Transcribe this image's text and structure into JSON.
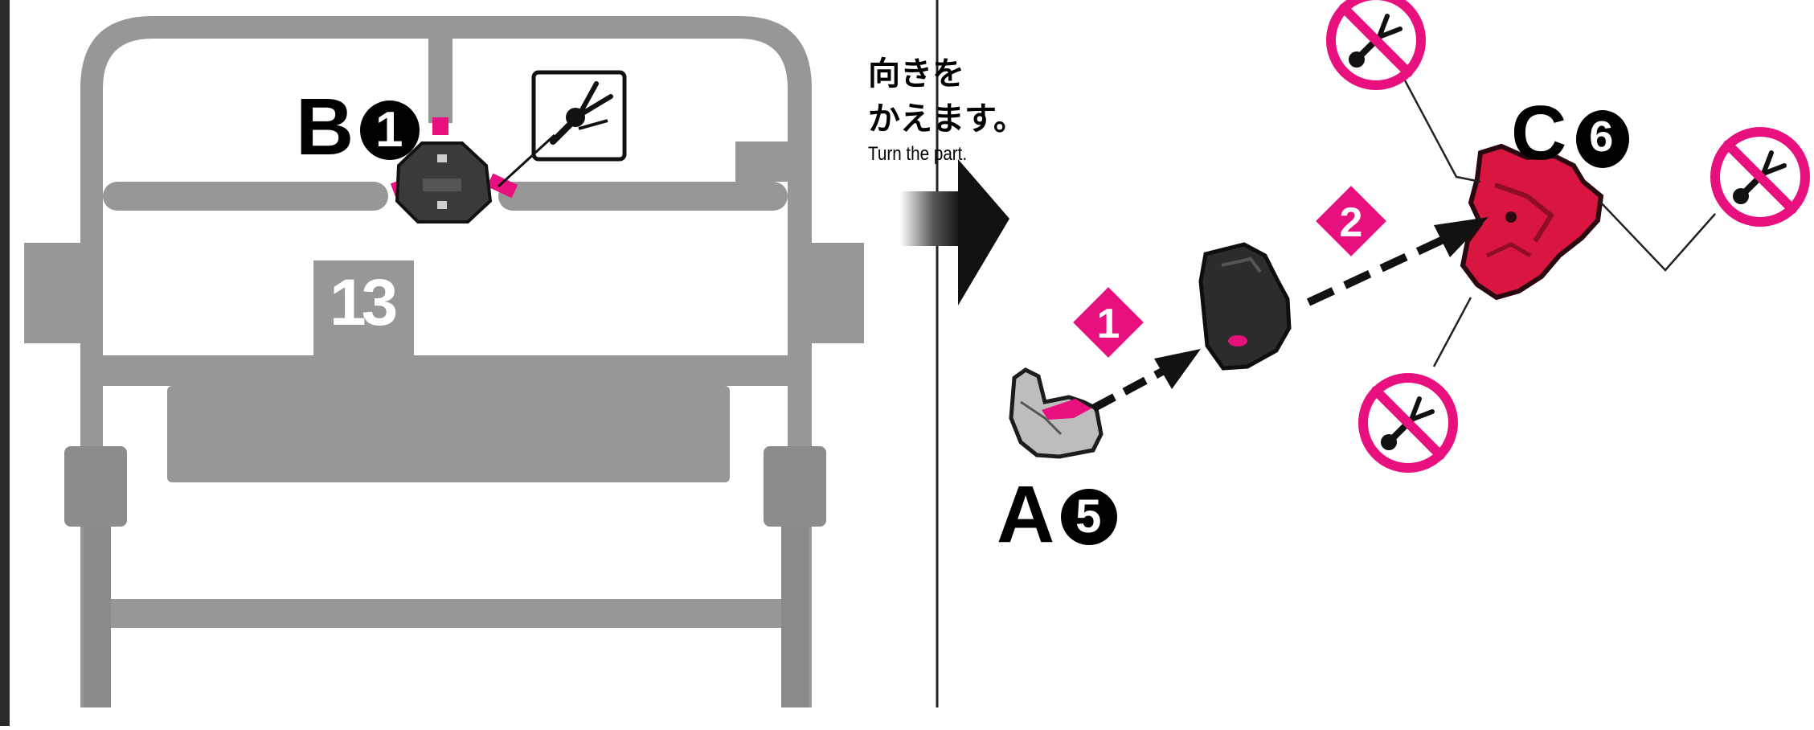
{
  "colors": {
    "runner": "#979797",
    "runner_dark": "#8c8c8c",
    "accent": "#e8107e",
    "part_red": "#d8163f",
    "ink": "#111111"
  },
  "runner": {
    "number": "13"
  },
  "cut_part": {
    "label": "B",
    "number": "1",
    "icon": "nipper-icon"
  },
  "instruction": {
    "jp_line1": "向きを",
    "jp_line2": "かえます。",
    "en": "Turn the part."
  },
  "parts": {
    "a": {
      "label": "A",
      "number": "5"
    },
    "c": {
      "label": "C",
      "number": "6"
    }
  },
  "steps": [
    {
      "number": "1"
    },
    {
      "number": "2"
    }
  ],
  "warnings": [
    {
      "icon": "no-cut-icon"
    },
    {
      "icon": "no-cut-icon"
    },
    {
      "icon": "no-cut-icon"
    }
  ]
}
